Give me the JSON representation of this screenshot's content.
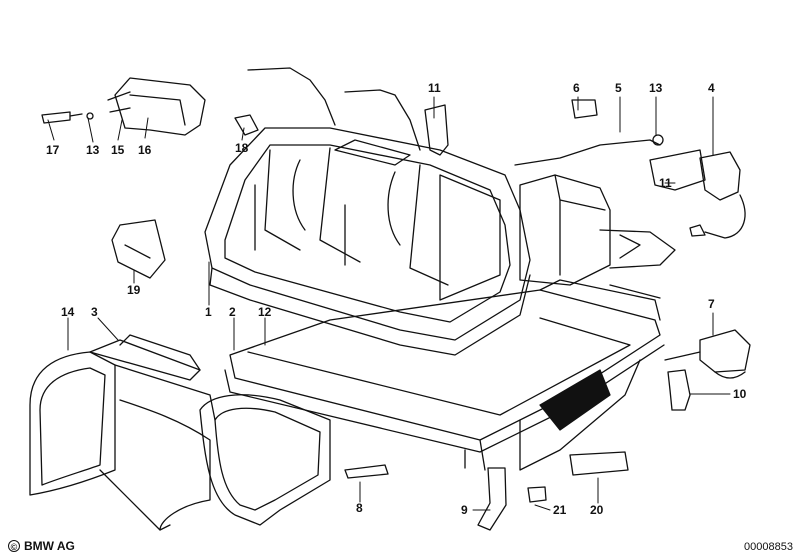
{
  "brand": {
    "symbol": "©",
    "name": "BMW AG"
  },
  "document_number": "00008853",
  "callouts": [
    {
      "id": "c1",
      "text": "1"
    },
    {
      "id": "c2",
      "text": "2"
    },
    {
      "id": "c3",
      "text": "3"
    },
    {
      "id": "c4",
      "text": "4"
    },
    {
      "id": "c5",
      "text": "5"
    },
    {
      "id": "c6",
      "text": "6"
    },
    {
      "id": "c7",
      "text": "7"
    },
    {
      "id": "c8",
      "text": "8"
    },
    {
      "id": "c9",
      "text": "9"
    },
    {
      "id": "c10",
      "text": "10"
    },
    {
      "id": "c11a",
      "text": "11"
    },
    {
      "id": "c11b",
      "text": "11"
    },
    {
      "id": "c12",
      "text": "12"
    },
    {
      "id": "c13a",
      "text": "13"
    },
    {
      "id": "c13b",
      "text": "13"
    },
    {
      "id": "c14",
      "text": "14"
    },
    {
      "id": "c15",
      "text": "15"
    },
    {
      "id": "c16",
      "text": "16"
    },
    {
      "id": "c17",
      "text": "17"
    },
    {
      "id": "c18",
      "text": "18"
    },
    {
      "id": "c19",
      "text": "19"
    },
    {
      "id": "c20",
      "text": "20"
    },
    {
      "id": "c21",
      "text": "21"
    }
  ]
}
